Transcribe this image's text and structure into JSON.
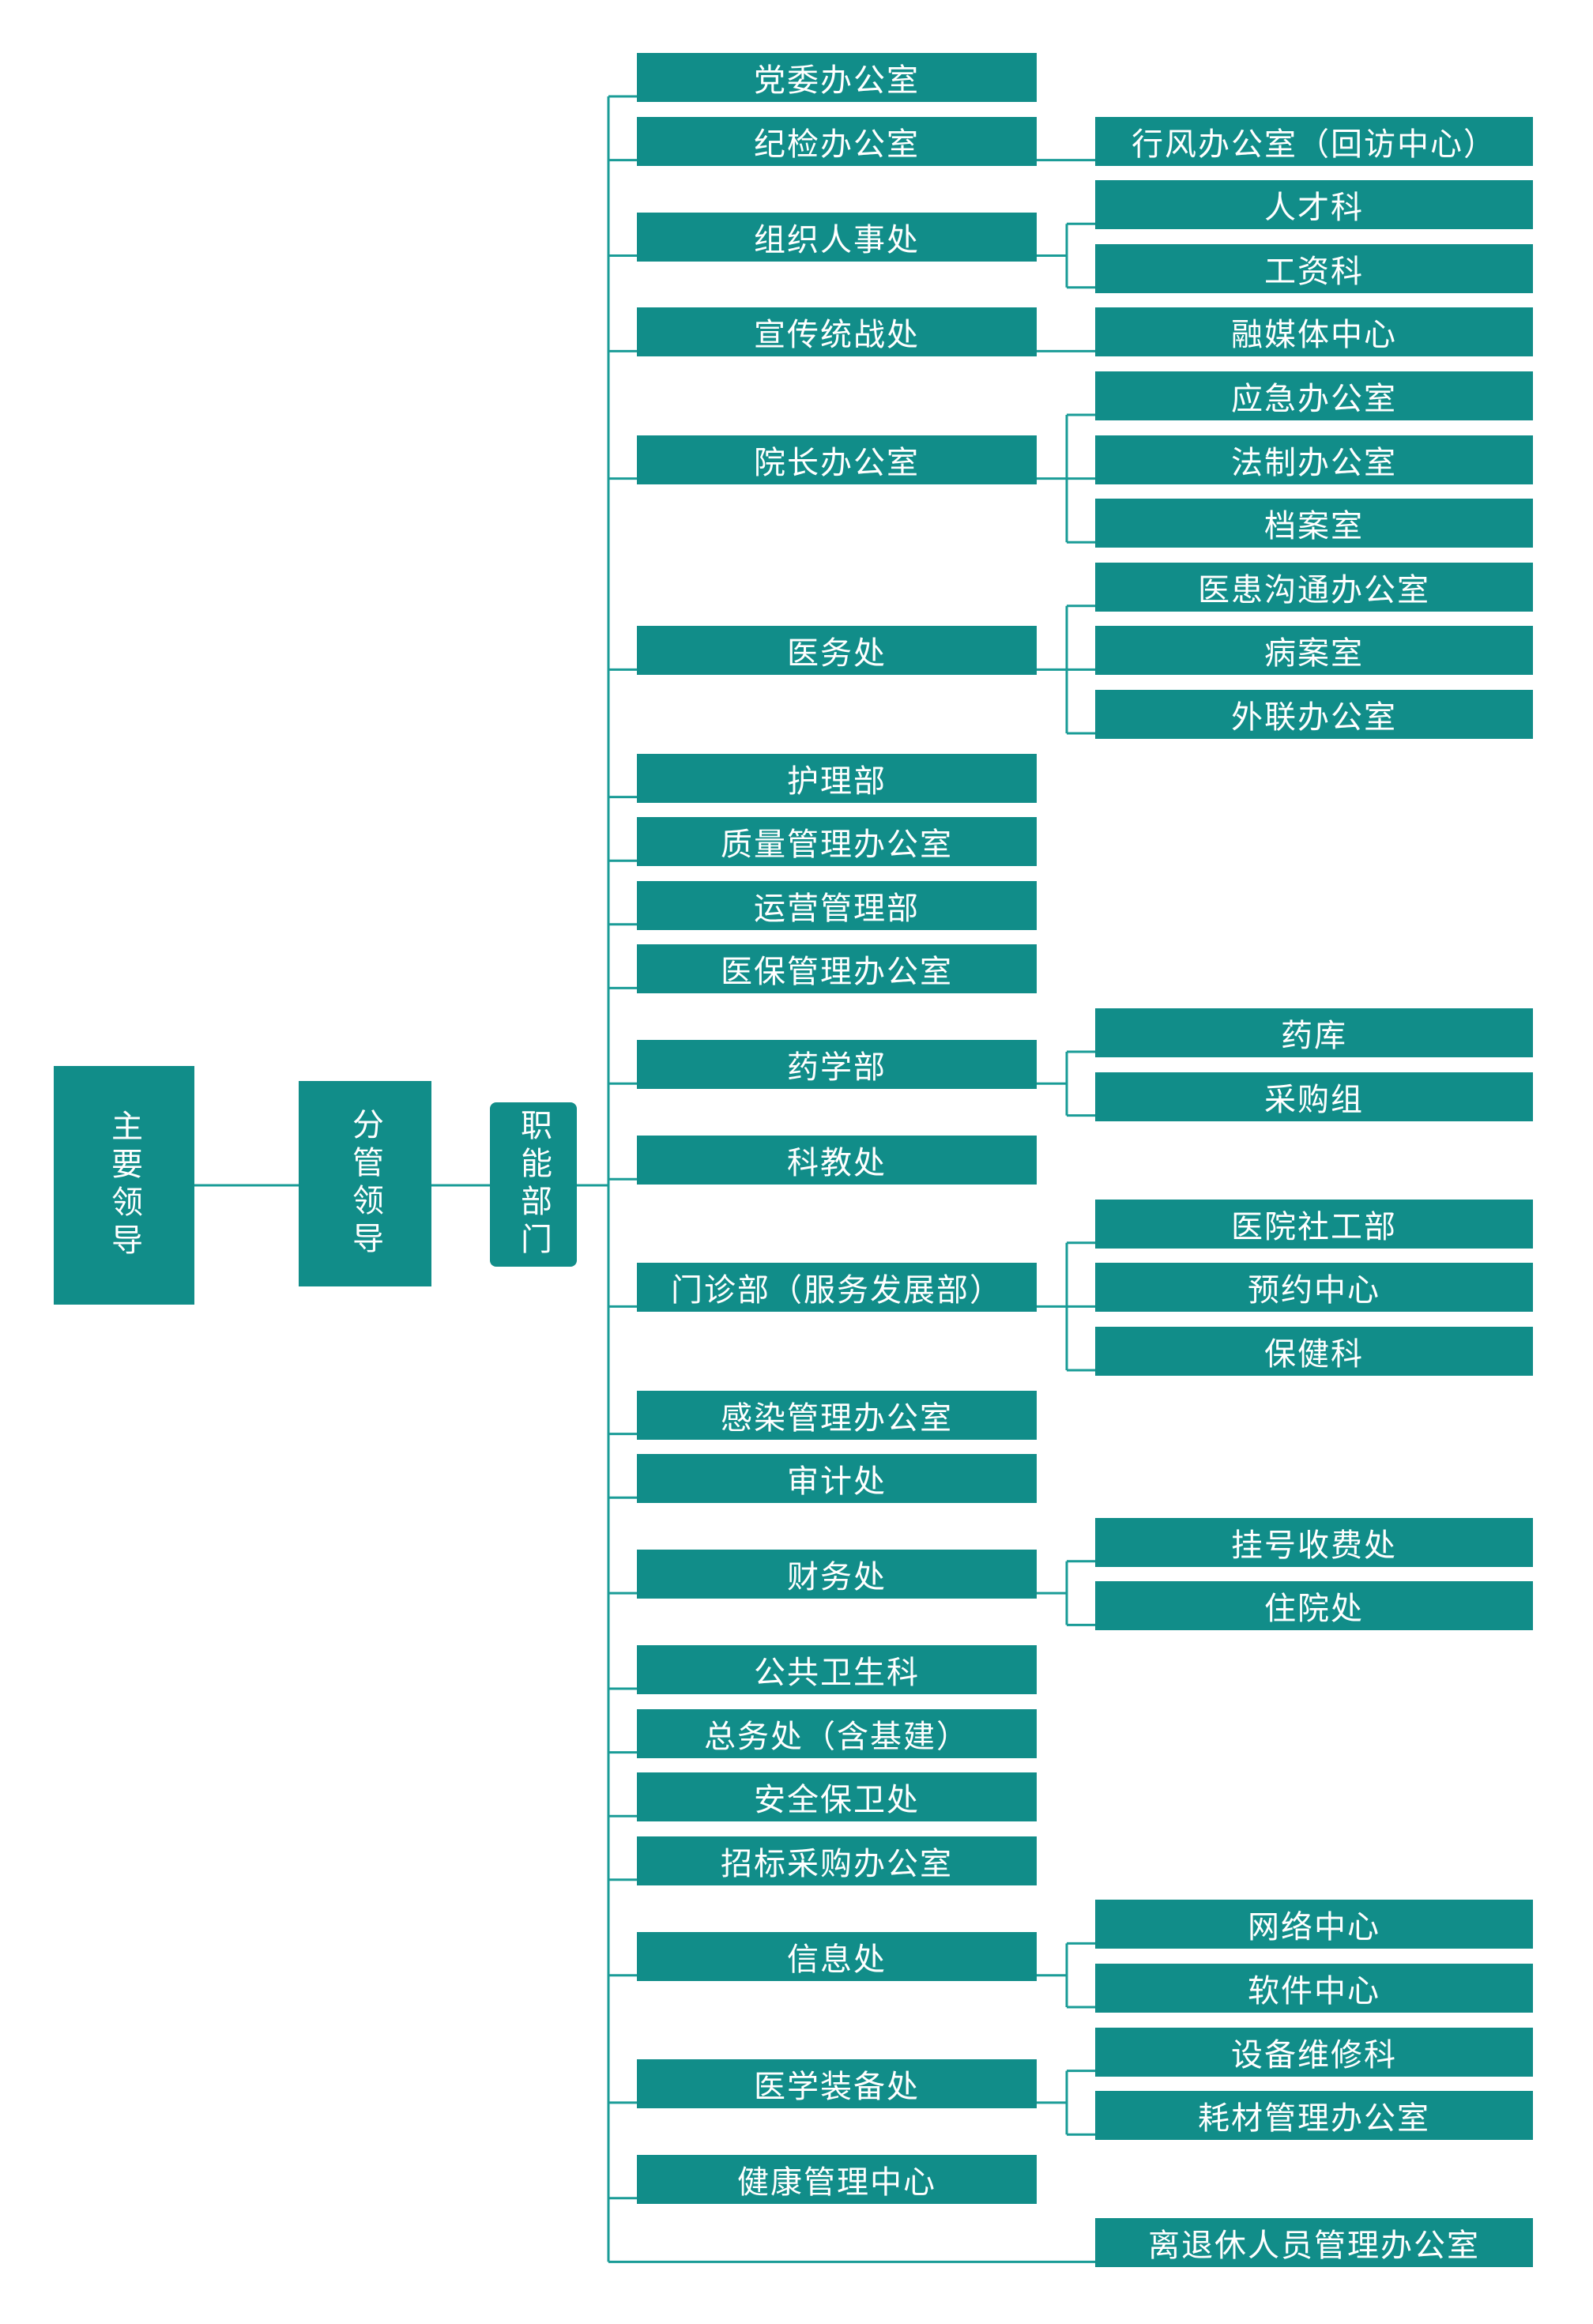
{
  "colors": {
    "box": "#118d89",
    "line": "#1a9c97",
    "text": "#ffffff"
  },
  "top_leader": "主要领导",
  "deputy_leader": "分管领导",
  "functional_dept": "职能部门",
  "departments": [
    {
      "name": "党委办公室",
      "children": []
    },
    {
      "name": "纪检办公室",
      "children": [
        "行风办公室（回访中心）"
      ]
    },
    {
      "name": "组织人事处",
      "children": [
        "人才科",
        "工资科"
      ]
    },
    {
      "name": "宣传统战处",
      "children": [
        "融媒体中心"
      ]
    },
    {
      "name": "院长办公室",
      "children": [
        "应急办公室",
        "法制办公室",
        "档案室"
      ]
    },
    {
      "name": "医务处",
      "children": [
        "医患沟通办公室",
        "病案室",
        "外联办公室"
      ]
    },
    {
      "name": "护理部",
      "children": []
    },
    {
      "name": "质量管理办公室",
      "children": []
    },
    {
      "name": "运营管理部",
      "children": []
    },
    {
      "name": "医保管理办公室",
      "children": []
    },
    {
      "name": "药学部",
      "children": [
        "药库",
        "采购组"
      ]
    },
    {
      "name": "科教处",
      "children": []
    },
    {
      "name": "门诊部（服务发展部）",
      "children": [
        "医院社工部",
        "预约中心",
        "保健科"
      ]
    },
    {
      "name": "感染管理办公室",
      "children": []
    },
    {
      "name": "审计处",
      "children": []
    },
    {
      "name": "财务处",
      "children": [
        "挂号收费处",
        "住院处"
      ]
    },
    {
      "name": "公共卫生科",
      "children": []
    },
    {
      "name": "总务处（含基建）",
      "children": []
    },
    {
      "name": "安全保卫处",
      "children": []
    },
    {
      "name": "招标采购办公室",
      "children": []
    },
    {
      "name": "信息处",
      "children": [
        "网络中心",
        "软件中心"
      ]
    },
    {
      "name": "医学装备处",
      "children": [
        "设备维修科",
        "耗材管理办公室"
      ]
    },
    {
      "name": "健康管理中心",
      "children": []
    }
  ],
  "direct_right": "离退休人员管理办公室"
}
